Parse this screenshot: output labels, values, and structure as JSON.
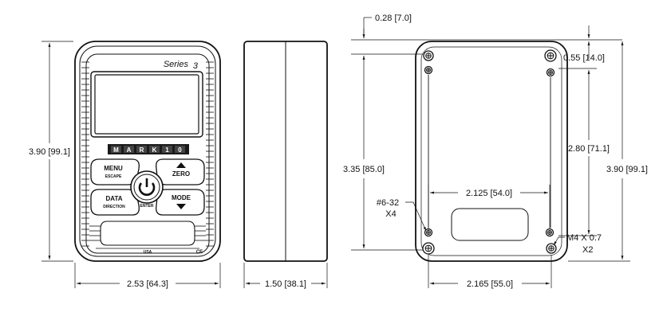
{
  "front": {
    "series_label": "Series",
    "series_number": "3",
    "brand_letters": [
      "M",
      "A",
      "R",
      "K",
      "1",
      "0"
    ],
    "buttons": {
      "menu": "MENU",
      "escape": "ESCAPE",
      "zero": "ZERO",
      "data": "DATA",
      "direction": "DIRECTION",
      "enter": "ENTER",
      "mode": "MODE"
    },
    "footer_usa": "USA",
    "footer_ce": "CE",
    "height_dim": "3.90 [99.1]",
    "width_dim": "2.53 [64.3]"
  },
  "side": {
    "depth_dim": "1.50 [38.1]"
  },
  "back": {
    "top_left_offset": "0.28 [7.0]",
    "top_right_offset": "0.55 [14.0]",
    "hole_spacing_vertical": "2.80 [71.1]",
    "outer_height": "3.90 [99.1]",
    "left_height": "3.35 [85.0]",
    "inner_width": "2.125 [54.0]",
    "bottom_width": "2.165 [55.0]",
    "screw_a": "#6-32",
    "screw_a_qty": "X4",
    "screw_b": "M4 X 0.7",
    "screw_b_qty": "X2"
  }
}
